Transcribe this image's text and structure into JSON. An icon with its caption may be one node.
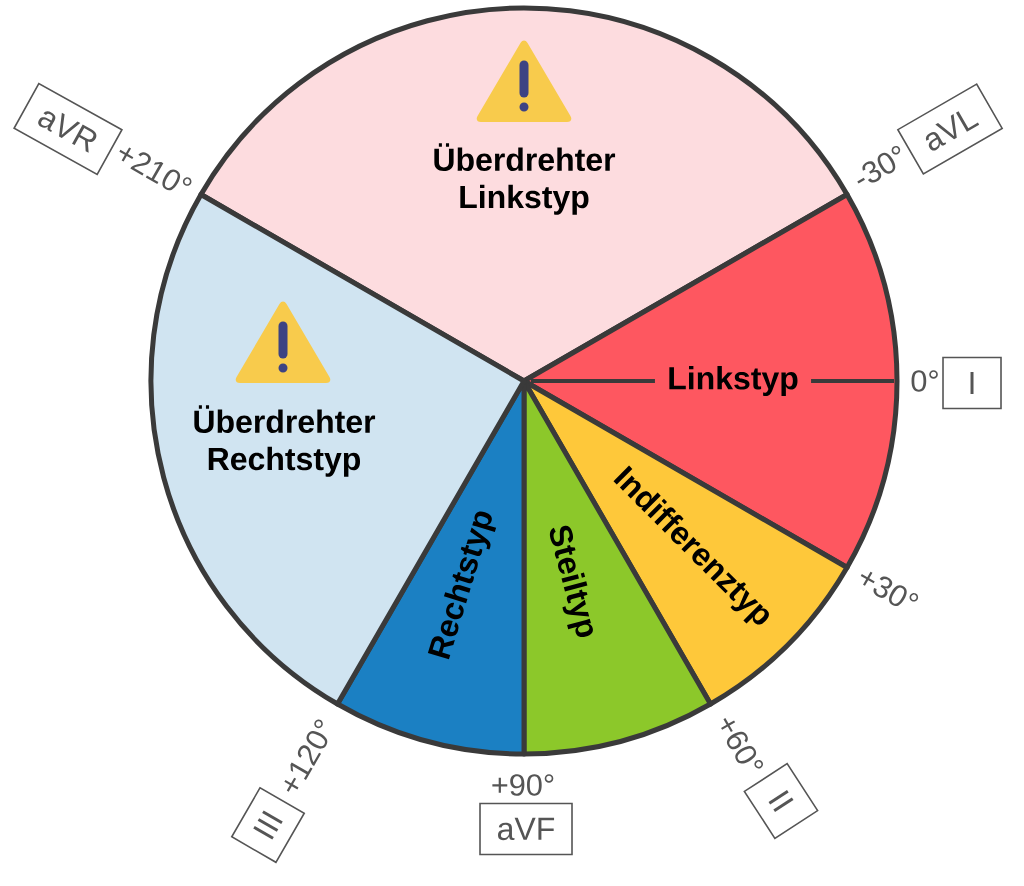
{
  "diagram": {
    "nodes": [
      {
        "text": [
          "Überdrehter Linkstyp"
        ]
      },
      {
        "text": [
          "Linkstyp"
        ]
      },
      {
        "text": [
          "Indifferenztyp"
        ]
      },
      {
        "text": [
          "Steiltyp"
        ]
      },
      {
        "text": [
          "Rechtstyp"
        ]
      },
      {
        "text": [
          "Überdrehter Rechtstyp"
        ]
      },
      {
        "text": [
          "aVR"
        ],
        "beside": [
          "+210°"
        ]
      },
      {
        "text": [
          "aVL"
        ],
        "beside": [
          "-30°"
        ]
      },
      {
        "text": [
          "I"
        ],
        "beside": [
          "0°"
        ]
      },
      {
        "text": [
          "II"
        ],
        "beside": [
          "+60°"
        ]
      },
      {
        "text": [
          "aVF"
        ],
        "beside": [
          "+90°"
        ]
      },
      {
        "text": [
          "III"
        ],
        "beside": [
          "+120°"
        ]
      }
    ],
    "labels": [
      "+30°"
    ]
  }
}
